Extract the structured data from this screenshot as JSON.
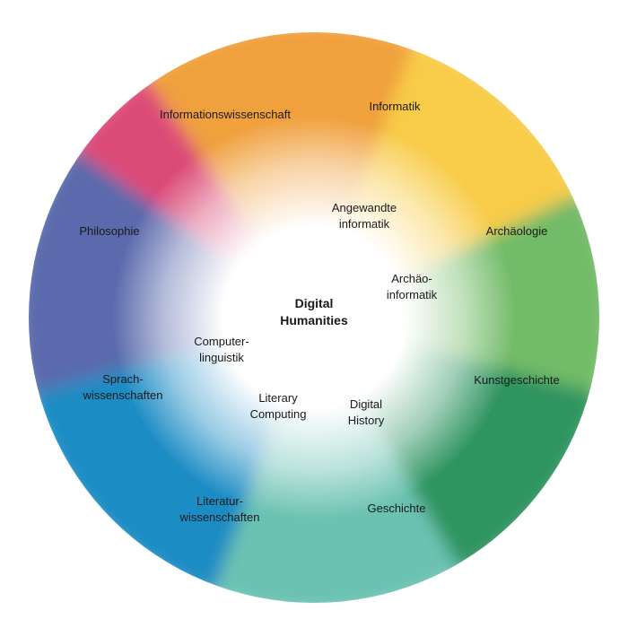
{
  "diagram": {
    "center": [
      "Digital",
      "Humanities"
    ],
    "disciplines": [
      {
        "key": "informationswissenschaft",
        "lines": [
          "Informationswissenschaft"
        ],
        "color": "#f0a03c"
      },
      {
        "key": "informatik",
        "lines": [
          "Informatik"
        ],
        "color": "#f8cc48"
      },
      {
        "key": "archaeologie",
        "lines": [
          "Archäologie"
        ],
        "color": "#72bb68"
      },
      {
        "key": "kunstgeschichte",
        "lines": [
          "Kunstgeschichte"
        ],
        "color": "#2f9460"
      },
      {
        "key": "geschichte",
        "lines": [
          "Geschichte"
        ],
        "color": "#6cc2b2"
      },
      {
        "key": "literaturwissenschaften",
        "lines": [
          "Literatur-",
          "wissenschaften"
        ],
        "color": "#1f8cc4"
      },
      {
        "key": "sprachwissenschaften",
        "lines": [
          "Sprach-",
          "wissenschaften"
        ],
        "color": "#5a6aac"
      },
      {
        "key": "philosophie",
        "lines": [
          "Philosophie"
        ],
        "color": "#dc4c78"
      }
    ],
    "subfields": [
      {
        "key": "angewandte-informatik",
        "lines": [
          "Angewandte",
          "informatik"
        ]
      },
      {
        "key": "archaeoinformatik",
        "lines": [
          "Archäo-",
          "informatik"
        ]
      },
      {
        "key": "computerlinguistik",
        "lines": [
          "Computer-",
          "linguistik"
        ]
      },
      {
        "key": "literary-computing",
        "lines": [
          "Literary",
          "Computing"
        ]
      },
      {
        "key": "digital-history",
        "lines": [
          "Digital",
          "History"
        ]
      }
    ]
  }
}
